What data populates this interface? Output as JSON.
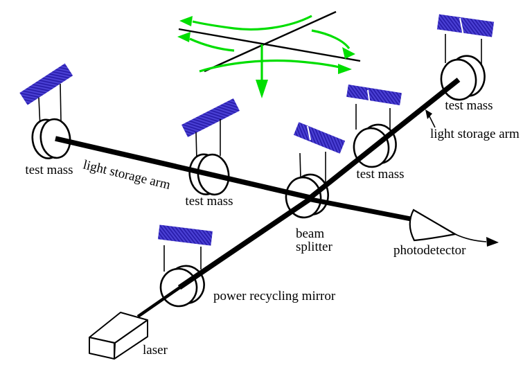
{
  "colors": {
    "background": "#FFFFFF",
    "line_black": "#000000",
    "wave_green": "#00DE00",
    "support_blue": "#4A40D4",
    "support_blue_dark": "#2519A6"
  },
  "labels": {
    "test_mass_left": "test mass",
    "test_mass_middle": "test mass",
    "test_mass_right": "test mass",
    "test_mass_top_right": "test mass",
    "light_storage_arm_left": "light storage arm",
    "light_storage_arm_right": "light storage arm",
    "beam_splitter_line1": "beam",
    "beam_splitter_line2": "splitter",
    "photodetector": "photodetector",
    "power_recycling_mirror": "power recycling mirror",
    "laser": "laser"
  }
}
